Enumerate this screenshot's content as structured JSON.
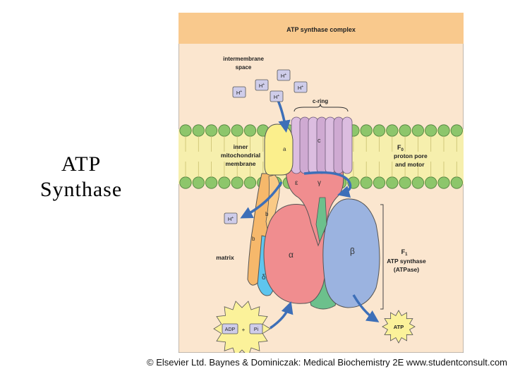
{
  "slide": {
    "title_line1": "ATP",
    "title_line2": "Synthase",
    "caption": "© Elsevier Ltd. Baynes & Dominiczak: Medical Biochemistry 2E www.studentconsult.com"
  },
  "diagram": {
    "header": "ATP synthase complex",
    "labels": {
      "intermembrane_line1": "intermembrane",
      "intermembrane_line2": "space",
      "inner_line1": "inner",
      "inner_line2": "mitochondrial",
      "inner_line3": "membrane",
      "matrix": "matrix",
      "c_ring": "c-ring",
      "f0_main": "F",
      "f0_sub": "0",
      "f0_line2": "proton pore",
      "f0_line3": "and motor",
      "f1_main": "F",
      "f1_sub": "1",
      "f1_line2": "ATP synthase",
      "f1_line3": "(ATPase)"
    },
    "ion": {
      "main": "H",
      "sup": "+"
    },
    "subunits": {
      "a": "a",
      "b": "b",
      "c": "c",
      "epsilon": "ε",
      "gamma": "γ",
      "alpha": "α",
      "beta": "β",
      "delta": "δ"
    },
    "reactants": {
      "adp": "ADP",
      "plus": "+",
      "pi": "Pi"
    },
    "product": "ATP",
    "colors": {
      "background": "#fbe6cf",
      "header_band": "#f9c98d",
      "membrane": "#f6efad",
      "lipid_head": "#8dc66b",
      "subunit_a": "#fbef8c",
      "subunit_b": "#f6b86b",
      "c_ring": "#d6b5d8",
      "pink": "#f08d8f",
      "green": "#6cc08c",
      "beta": "#9bb3e0",
      "delta": "#5ec5ee",
      "arrow": "#3d6fb8",
      "ion_box": "#cfcdea"
    }
  }
}
